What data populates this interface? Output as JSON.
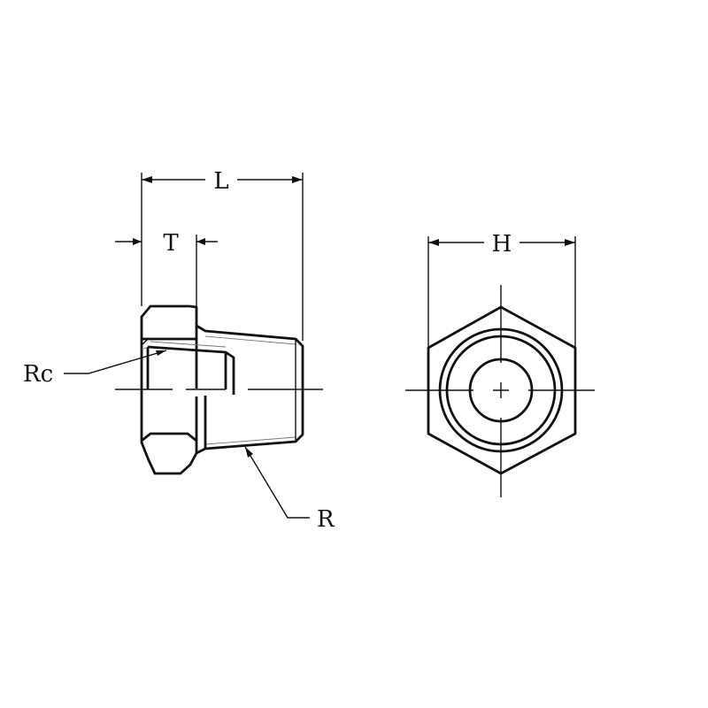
{
  "labels": {
    "L": "L",
    "T": "T",
    "H": "H",
    "Rc": "Rc",
    "R": "R"
  },
  "colors": {
    "line": "#111111",
    "background": "#ffffff"
  }
}
